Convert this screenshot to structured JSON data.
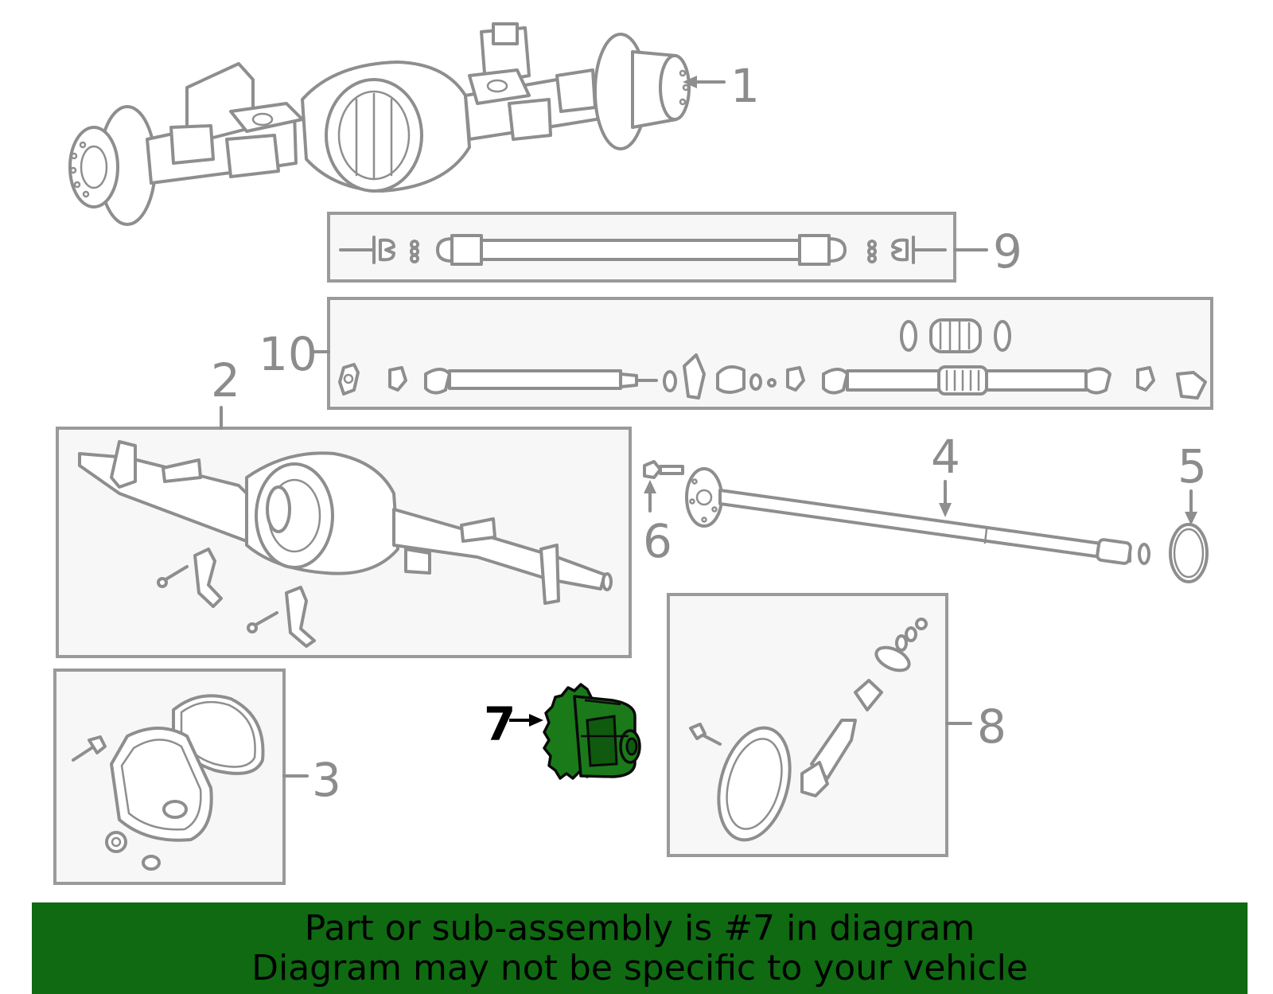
{
  "callouts": {
    "c1": "1",
    "c2": "2",
    "c3": "3",
    "c4": "4",
    "c5": "5",
    "c6": "6",
    "c7": "7",
    "c8": "8",
    "c9": "9",
    "c10": "10"
  },
  "highlighted_part": "7",
  "highlight_color": "#1a7a1a",
  "banner": {
    "line1": "Part or sub-assembly is #7 in diagram",
    "line2": "Diagram may not be specific to your vehicle",
    "background": "#0f6a12"
  }
}
